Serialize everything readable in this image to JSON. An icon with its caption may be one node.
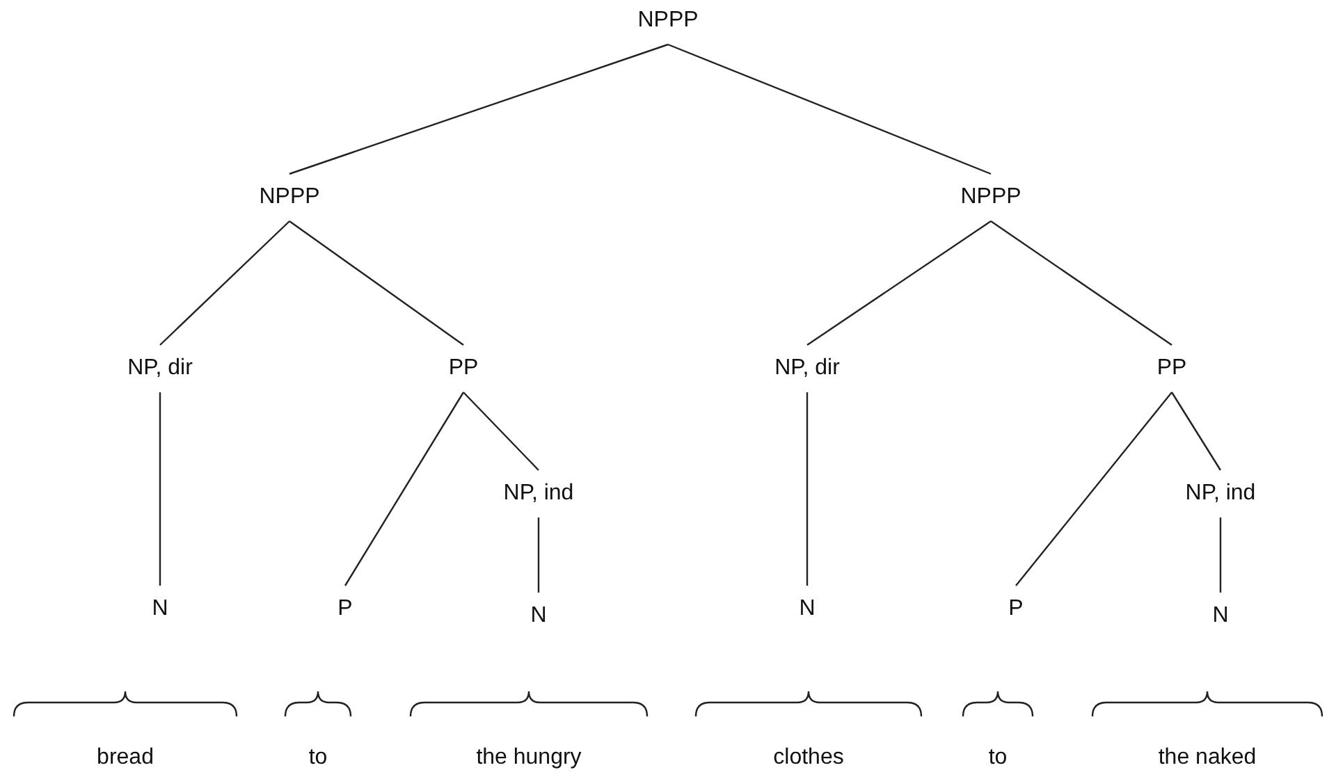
{
  "diagram": {
    "nodes": [
      {
        "text": [
          "NPPP"
        ]
      },
      {
        "text": [
          "NPPP"
        ]
      },
      {
        "text": [
          "NPPP"
        ]
      },
      {
        "text": [
          "NP, dir"
        ]
      },
      {
        "text": [
          "PP"
        ]
      },
      {
        "text": [
          "NP, dir"
        ]
      },
      {
        "text": [
          "PP"
        ]
      },
      {
        "text": [
          "NP, ind"
        ]
      },
      {
        "text": [
          "NP, ind"
        ]
      },
      {
        "text": [
          "N"
        ]
      },
      {
        "text": [
          "P"
        ]
      },
      {
        "text": [
          "N"
        ]
      },
      {
        "text": [
          "N"
        ]
      },
      {
        "text": [
          "P"
        ]
      },
      {
        "text": [
          "N"
        ]
      }
    ],
    "edges": [
      {
        "from": 0,
        "to": 1,
        "arrow": "none"
      },
      {
        "from": 0,
        "to": 2,
        "arrow": "none"
      },
      {
        "from": 1,
        "to": 3,
        "arrow": "none"
      },
      {
        "from": 1,
        "to": 4,
        "arrow": "none"
      },
      {
        "from": 2,
        "to": 5,
        "arrow": "none"
      },
      {
        "from": 2,
        "to": 6,
        "arrow": "none"
      },
      {
        "from": 4,
        "to": 7,
        "arrow": "none"
      },
      {
        "from": 6,
        "to": 8,
        "arrow": "none"
      },
      {
        "from": 3,
        "to": 9,
        "arrow": "none"
      },
      {
        "from": 4,
        "to": 10,
        "arrow": "none"
      },
      {
        "from": 7,
        "to": 11,
        "arrow": "none"
      },
      {
        "from": 5,
        "to": 12,
        "arrow": "none"
      },
      {
        "from": 6,
        "to": 13,
        "arrow": "none"
      },
      {
        "from": 8,
        "to": 14,
        "arrow": "none"
      }
    ],
    "labels": [
      "bread",
      "to",
      "the hungry",
      "clothes",
      "to",
      "the naked"
    ]
  }
}
